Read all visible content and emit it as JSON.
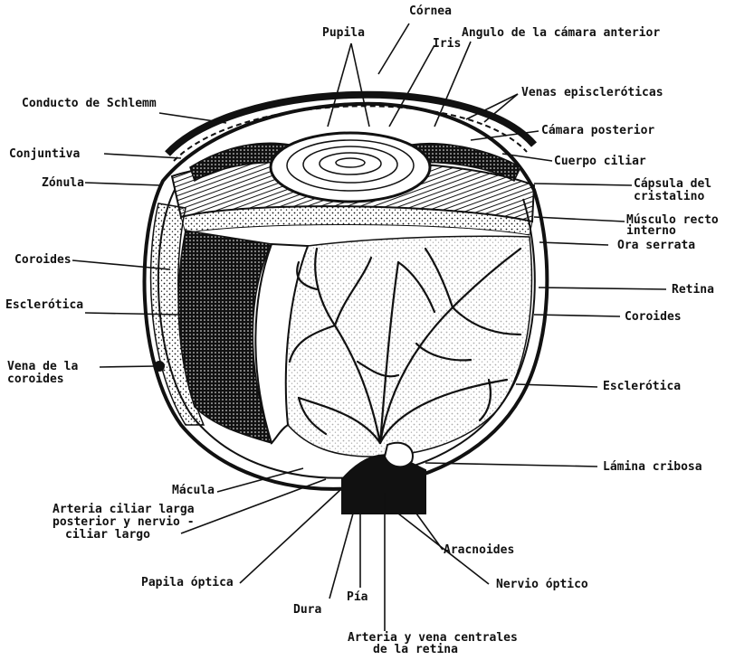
{
  "colors": {
    "ink": "#111111",
    "paper": "#ffffff"
  },
  "labels": {
    "cornea": "Córnea",
    "pupila": "Pupila",
    "iris": "Iris",
    "angulo": "Angulo de la cámara anterior",
    "venas_episcleroticas": "Venas episcleróticas",
    "conducto_schlemm": "Conducto de Schlemm",
    "camara_posterior": "Cámara posterior",
    "conjuntiva": "Conjuntiva",
    "cuerpo_ciliar": "Cuerpo ciliar",
    "zonula": "Zónula",
    "capsula_l1": "Cápsula del",
    "capsula_l2": "cristalino",
    "musculo_l1": "Músculo recto",
    "musculo_l2": "interno",
    "ora_serrata": "Ora serrata",
    "coroides_left": "Coroides",
    "retina": "Retina",
    "esclerotica_left": "Esclerótica",
    "coroides_right": "Coroides",
    "vena_l1": "Vena de la",
    "vena_l2": "coroides",
    "esclerotica_right": "Esclerótica",
    "lamina_cribosa": "Lámina cribosa",
    "macula": "Mácula",
    "arteria_ciliar_l1": "Arteria ciliar larga",
    "arteria_ciliar_l2": "posterior y nervio -",
    "arteria_ciliar_l3": "ciliar largo",
    "aracnoides": "Aracnoides",
    "papila_optica": "Papila óptica",
    "nervio_optico": "Nervio óptico",
    "pia": "Pía",
    "dura": "Dura",
    "arteria_central_l1": "Arteria y vena centrales",
    "arteria_central_l2": "de la retina"
  }
}
